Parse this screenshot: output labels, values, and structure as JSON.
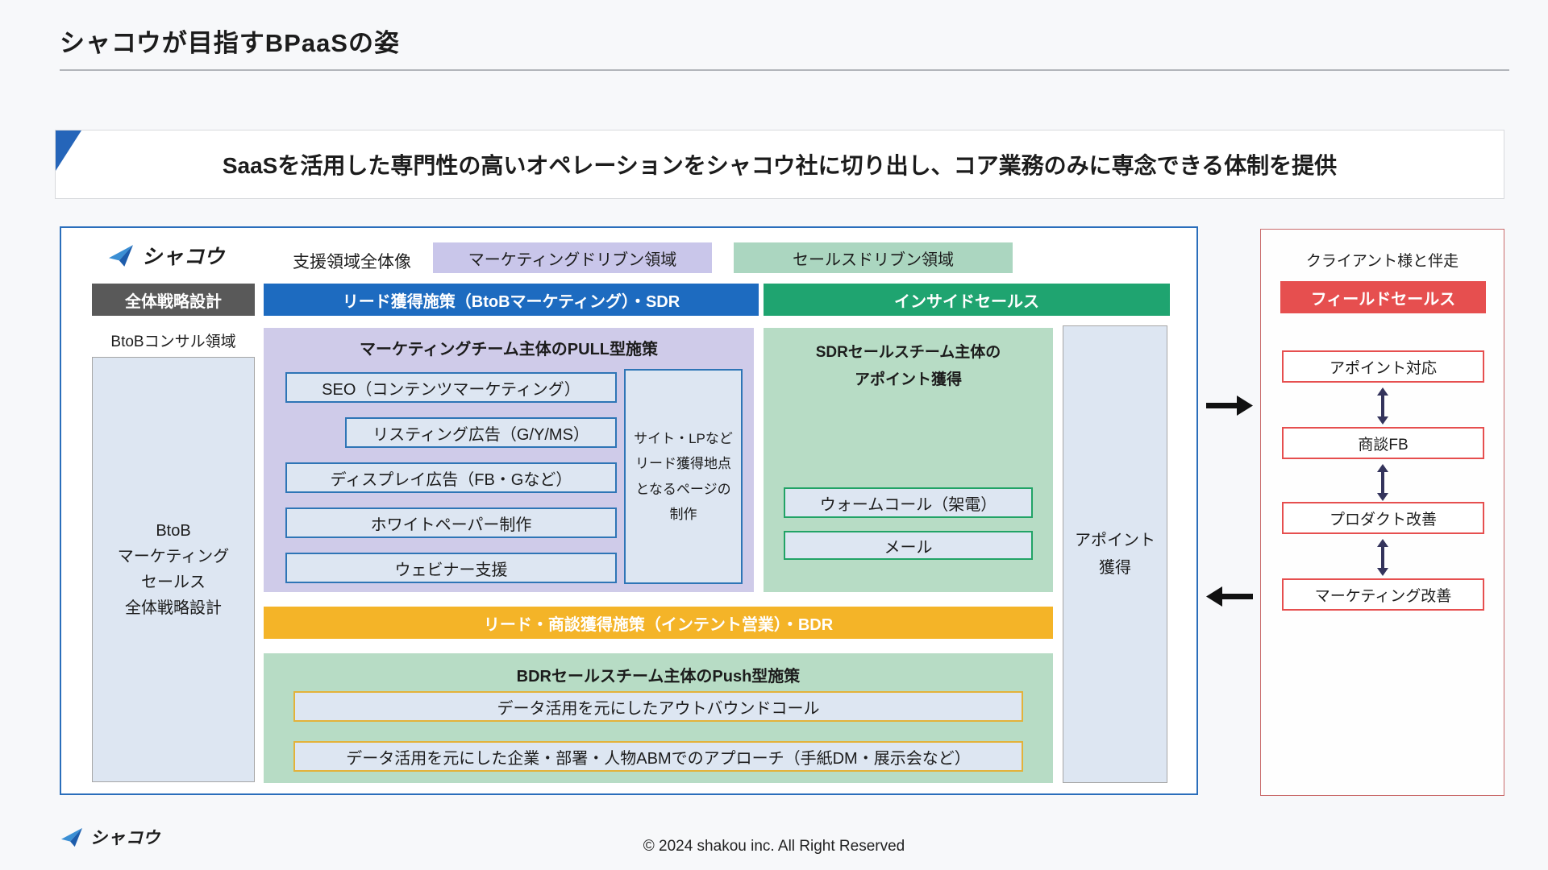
{
  "page": {
    "title": "シャコウが目指すBPaaSの姿",
    "subtitle": "SaaSを活用した専門性の高いオペレーションをシャコウ社に切り出し、コア業務のみに専念できる体制を提供",
    "copyright": "© 2024 shakou inc. All Right Reserved"
  },
  "brand": {
    "logo_text": "シャコウ",
    "logo_icon": "paper-plane-icon"
  },
  "diagram": {
    "overview_label": "支援領域全体像",
    "marketing_domain_label": "マーケティングドリブン領域",
    "sales_domain_label": "セールスドリブン領域",
    "strategy_band": "全体戦略設計",
    "lead_band": "リード獲得施策（BtoBマーケティング）・SDR",
    "inside_sales_band": "インサイドセールス",
    "consult_area_label": "BtoBコンサル領域",
    "consult_box_lines": [
      "BtoB",
      "マーケティング",
      "セールス",
      "全体戦略設計"
    ],
    "pull": {
      "header": "マーケティングチーム主体のPULL型施策",
      "items": [
        "SEO（コンテンツマーケティング）",
        "リスティング広告（G/Y/MS）",
        "ディスプレイ広告（FB・Gなど）",
        "ホワイトペーパー制作",
        "ウェビナー支援"
      ],
      "site_box_lines": [
        "サイト・LPなど",
        "リード獲得地点",
        "となるページの",
        "制作"
      ]
    },
    "sdr": {
      "header_lines": [
        "SDRセールスチーム主体の",
        "アポイント獲得"
      ],
      "items": [
        "ウォームコール（架電）",
        "メール"
      ]
    },
    "appoint_box_lines": [
      "アポイント",
      "獲得"
    ],
    "bdr_band": "リード・商談獲得施策（インテント営業）・BDR",
    "bdr": {
      "header": "BDRセールスチーム主体のPush型施策",
      "items": [
        "データ活用を元にしたアウトバウンドコール",
        "データ活用を元にした企業・部署・人物ABMでのアプローチ（手紙DM・展示会など）"
      ]
    }
  },
  "client_panel": {
    "title": "クライアント様と伴走",
    "band": "フィールドセールス",
    "steps": [
      "アポイント対応",
      "商談FB",
      "プロダクト改善",
      "マーケティング改善"
    ]
  },
  "colors": {
    "accent_blue_border": "#2a6ebb",
    "band_blue": "#1d6bc0",
    "band_green": "#1fa470",
    "band_yellow": "#f4b428",
    "band_red": "#e64f4f",
    "band_gray": "#595959",
    "lavender_bg": "#cfcbe9",
    "mint_bg": "#b7dcc5",
    "lightblue_box_bg": "#dde6f2",
    "panel_red_border": "#c96a6a"
  }
}
